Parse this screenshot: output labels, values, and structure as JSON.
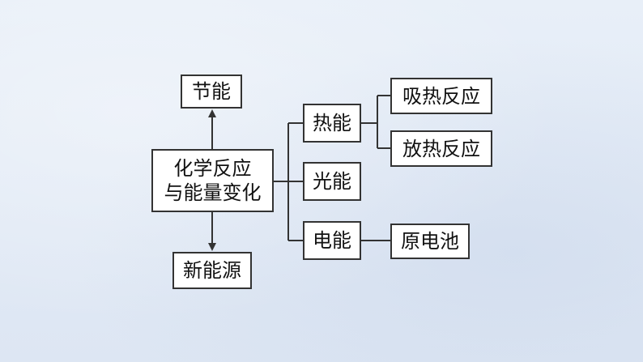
{
  "nodes": {
    "center": {
      "line1": "化学反应",
      "line2": "与能量变化"
    },
    "saving": "节能",
    "new_energy": "新能源",
    "heat": "热能",
    "light": "光能",
    "electric": "电能",
    "endothermic": "吸热反应",
    "exothermic": "放热反应",
    "cell": "原电池"
  },
  "colors": {
    "line": "#333333",
    "box_fill": "#ffffff",
    "text": "#111111"
  }
}
